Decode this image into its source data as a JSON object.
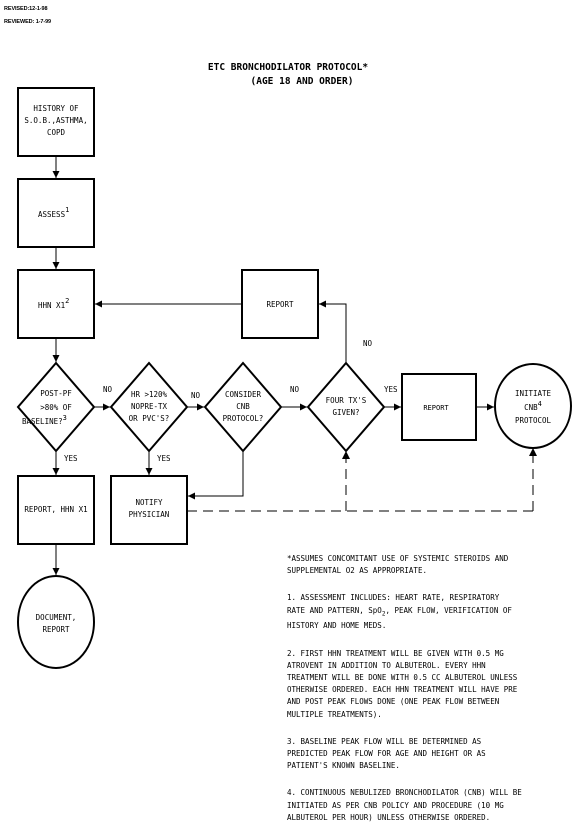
{
  "header": {
    "revised": "REVISED:12-1-98",
    "reviewed": "REVIEWED: 1-7-99",
    "title": "ETC BRONCHODILATOR PROTOCOL*",
    "subtitle": "(AGE 18 AND ORDER)"
  },
  "nodes": {
    "history": {
      "lines": [
        "HISTORY OF",
        "S.O.B.,ASTHMA,",
        "COPD"
      ]
    },
    "assess": {
      "text": "ASSESS",
      "sup": "1"
    },
    "hhn": {
      "text": "HHN X1",
      "sup": "2"
    },
    "report_top": {
      "text": "REPORT"
    },
    "postpf": {
      "lines": [
        "POST-PF",
        ">80% OF",
        "BASELINE?"
      ],
      "sup": "3"
    },
    "hr": {
      "lines": [
        "HR >120%",
        "NOPRE-TX",
        "OR PVC'S?"
      ]
    },
    "consider": {
      "lines": [
        "CONSIDER",
        "CNB",
        "PROTOCOL?"
      ]
    },
    "fourtx": {
      "lines": [
        "FOUR TX'S",
        "GIVEN?"
      ]
    },
    "report_mid": {
      "text": "REPORT"
    },
    "initiate": {
      "lines": [
        "INITIATE",
        "CNB",
        "PROTOCOL"
      ],
      "sup": "4"
    },
    "report_hhn": {
      "text": "REPORT, HHN X1"
    },
    "notify": {
      "lines": [
        "NOTIFY",
        "PHYSICIAN"
      ]
    },
    "document": {
      "lines": [
        "DOCUMENT,",
        "REPORT"
      ]
    }
  },
  "labels": {
    "no": "NO",
    "yes": "YES"
  },
  "notes": {
    "n0": "*ASSUMES CONCOMITANT USE OF SYSTEMIC STEROIDS AND\nSUPPLEMENTAL O2 AS APPROPRIATE.",
    "n1a": "1.  ASSESSMENT INCLUDES:  HEART RATE, RESPIRATORY\nRATE AND PATTERN, ",
    "n1b": "SpO",
    "n1c": "2",
    "n1d": ", PEAK FLOW, VERIFICATION OF\nHISTORY AND HOME MEDS.",
    "n2": "2.  FIRST HHN TREATMENT WILL BE GIVEN WITH 0.5 MG\nATROVENT IN ADDITION TO ALBUTEROL. EVERY HHN\nTREATMENT WILL BE DONE WITH 0.5 CC ALBUTEROL UNLESS\nOTHERWISE ORDERED.  EACH HHN TREATMENT WILL HAVE PRE\nAND POST PEAK FLOWS DONE (ONE PEAK FLOW BETWEEN\nMULTIPLE TREATMENTS).",
    "n3": "3.  BASELINE PEAK FLOW WILL BE DETERMINED AS\nPREDICTED PEAK FLOW FOR AGE AND HEIGHT OR AS\nPATIENT'S KNOWN BASELINE.",
    "n4": "4.  CONTINUOUS NEBULIZED BRONCHODILATOR (CNB) WILL BE\nINITIATED AS PER CNB POLICY AND PROCEDURE (10 MG\nALBUTEROL PER HOUR) UNLESS OTHERWISE ORDERED."
  }
}
